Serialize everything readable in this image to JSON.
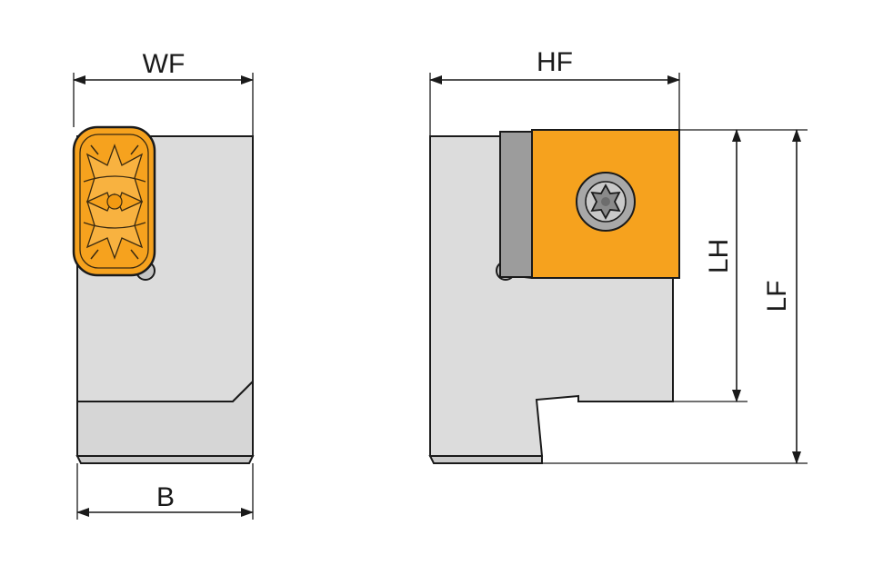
{
  "labels": {
    "wf": "WF",
    "hf": "HF",
    "b": "B",
    "lh": "LH",
    "lf": "LF"
  },
  "colors": {
    "body": "#dcdcdc",
    "body_dark": "#b9b9b9",
    "insert": "#f6a21e",
    "insert_dark": "#c77d0a",
    "seat": "#9c9c9c",
    "screw": "#a8a8a8",
    "line": "#1a1a1a"
  },
  "icons": {
    "screw": "torx-screw-icon",
    "arrow": "arrowhead"
  }
}
